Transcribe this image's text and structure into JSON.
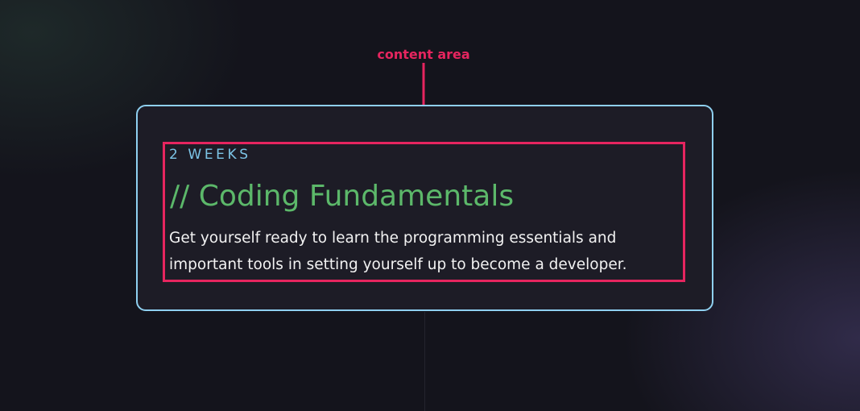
{
  "annotation": {
    "label": "content area",
    "color": "#e6255f"
  },
  "card": {
    "duration": "2 WEEKS",
    "title": "// Coding Fundamentals",
    "description": "Get yourself ready to learn the programming essentials and important tools in setting yourself up to become a developer.",
    "border_color": "#8fd0f0",
    "title_color": "#5cb86a",
    "duration_color": "#7cc4e6"
  }
}
